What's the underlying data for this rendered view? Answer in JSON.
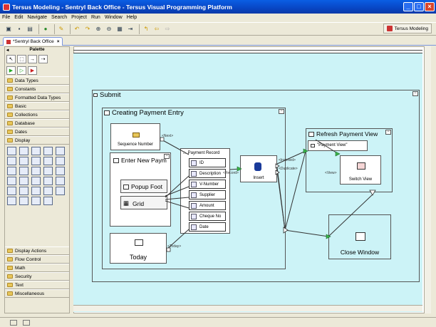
{
  "window": {
    "title": "Tersus Modeling - Sentryl Back Office - Tersus Visual Programming Platform",
    "minimize": "_",
    "maximize": "□",
    "close": "×"
  },
  "menu": [
    "File",
    "Edit",
    "Navigate",
    "Search",
    "Project",
    "Run",
    "Window",
    "Help"
  ],
  "perspective": "Tersus Modeling",
  "editor_tab": {
    "label": "*Sentryl Back Office",
    "close": "×"
  },
  "palette": {
    "title": "Palette",
    "drawers_top": [
      "Data Types",
      "Constants",
      "Formatted Data Types",
      "Basic",
      "Collections",
      "Database",
      "Dates",
      "Display"
    ],
    "drawers_bottom": [
      "Display Actions",
      "Flow Control",
      "Math",
      "Security",
      "Text",
      "Miscellaneous"
    ]
  },
  "diagram": {
    "submit": "Submit",
    "creating": "Creating Payment Entry",
    "sequence": "Sequence Number",
    "next": "<Next>",
    "enter_new": "Enter New Paym",
    "popup": "Popup Foot",
    "grid": "Grid",
    "today_box": "Today",
    "today_label": "<Today>",
    "payment_record": "Payment Record",
    "fields": [
      "ID",
      "Description",
      "V-Number",
      "Supplier",
      "Amount",
      "Cheque No",
      "Date"
    ],
    "record": "<Record>",
    "insert": "Insert",
    "inserted": "<Inserted>",
    "duplicate": "<Duplicate>",
    "refresh": "Refresh Payment View",
    "payment_view": "\"Payment View\"",
    "view": "<View>",
    "switch_view": "Switch View",
    "close_window": "Close Window"
  }
}
